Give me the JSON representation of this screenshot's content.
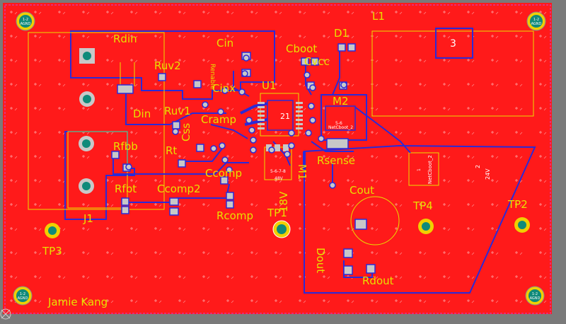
{
  "colors": {
    "background": "#7a7a7a",
    "copper": "#ff1a1a",
    "copper_dark": "#e81010",
    "silkscreen": "#e8e000",
    "trace": "#2a2ad8",
    "pad": "#c8c8c8",
    "pad_hole": "#0f8a7a",
    "board_edge": "#d040d0"
  },
  "designators": {
    "rdin": "Rdin",
    "cin": "Cin",
    "cboot": "Cboot",
    "d1": "D1",
    "l1": "L1",
    "ruv2": "Ruv2",
    "cvcc": "Cvcc",
    "cinx": "Cinx",
    "u1": "U1",
    "m2": "M2",
    "ruv1": "Ruv1",
    "din": "Din",
    "cramp": "Cramp",
    "rt": "Rt",
    "css": "Css",
    "rfbb": "Rfbb",
    "rsense": "Rsense",
    "m1": "M1",
    "ccomp": "Ccomp",
    "rfbt": "Rfbt",
    "ccomp2": "Ccomp2",
    "cout": "Cout",
    "j1": "J1",
    "rcomp": "Rcomp",
    "tp1": "TP1",
    "tp2": "TP2",
    "tp3": "TP3",
    "tp4": "TP4",
    "dout": "Dout",
    "rdout": "Rdout",
    "author": "Jamie Kang",
    "net_18v": "18V",
    "renable": "Renable"
  },
  "net_labels": {
    "agnd_nets": "1-2",
    "agnd": "AGND",
    "pin_3": "3",
    "u1_pins": "21",
    "m2_pins": "5-6",
    "netcboot": "NetCboot_2",
    "netcboot_pin": "1",
    "pad_2": "2",
    "net_24v": "24V",
    "m1_pins": "5-6-7-8",
    "net_48v": "48V"
  }
}
